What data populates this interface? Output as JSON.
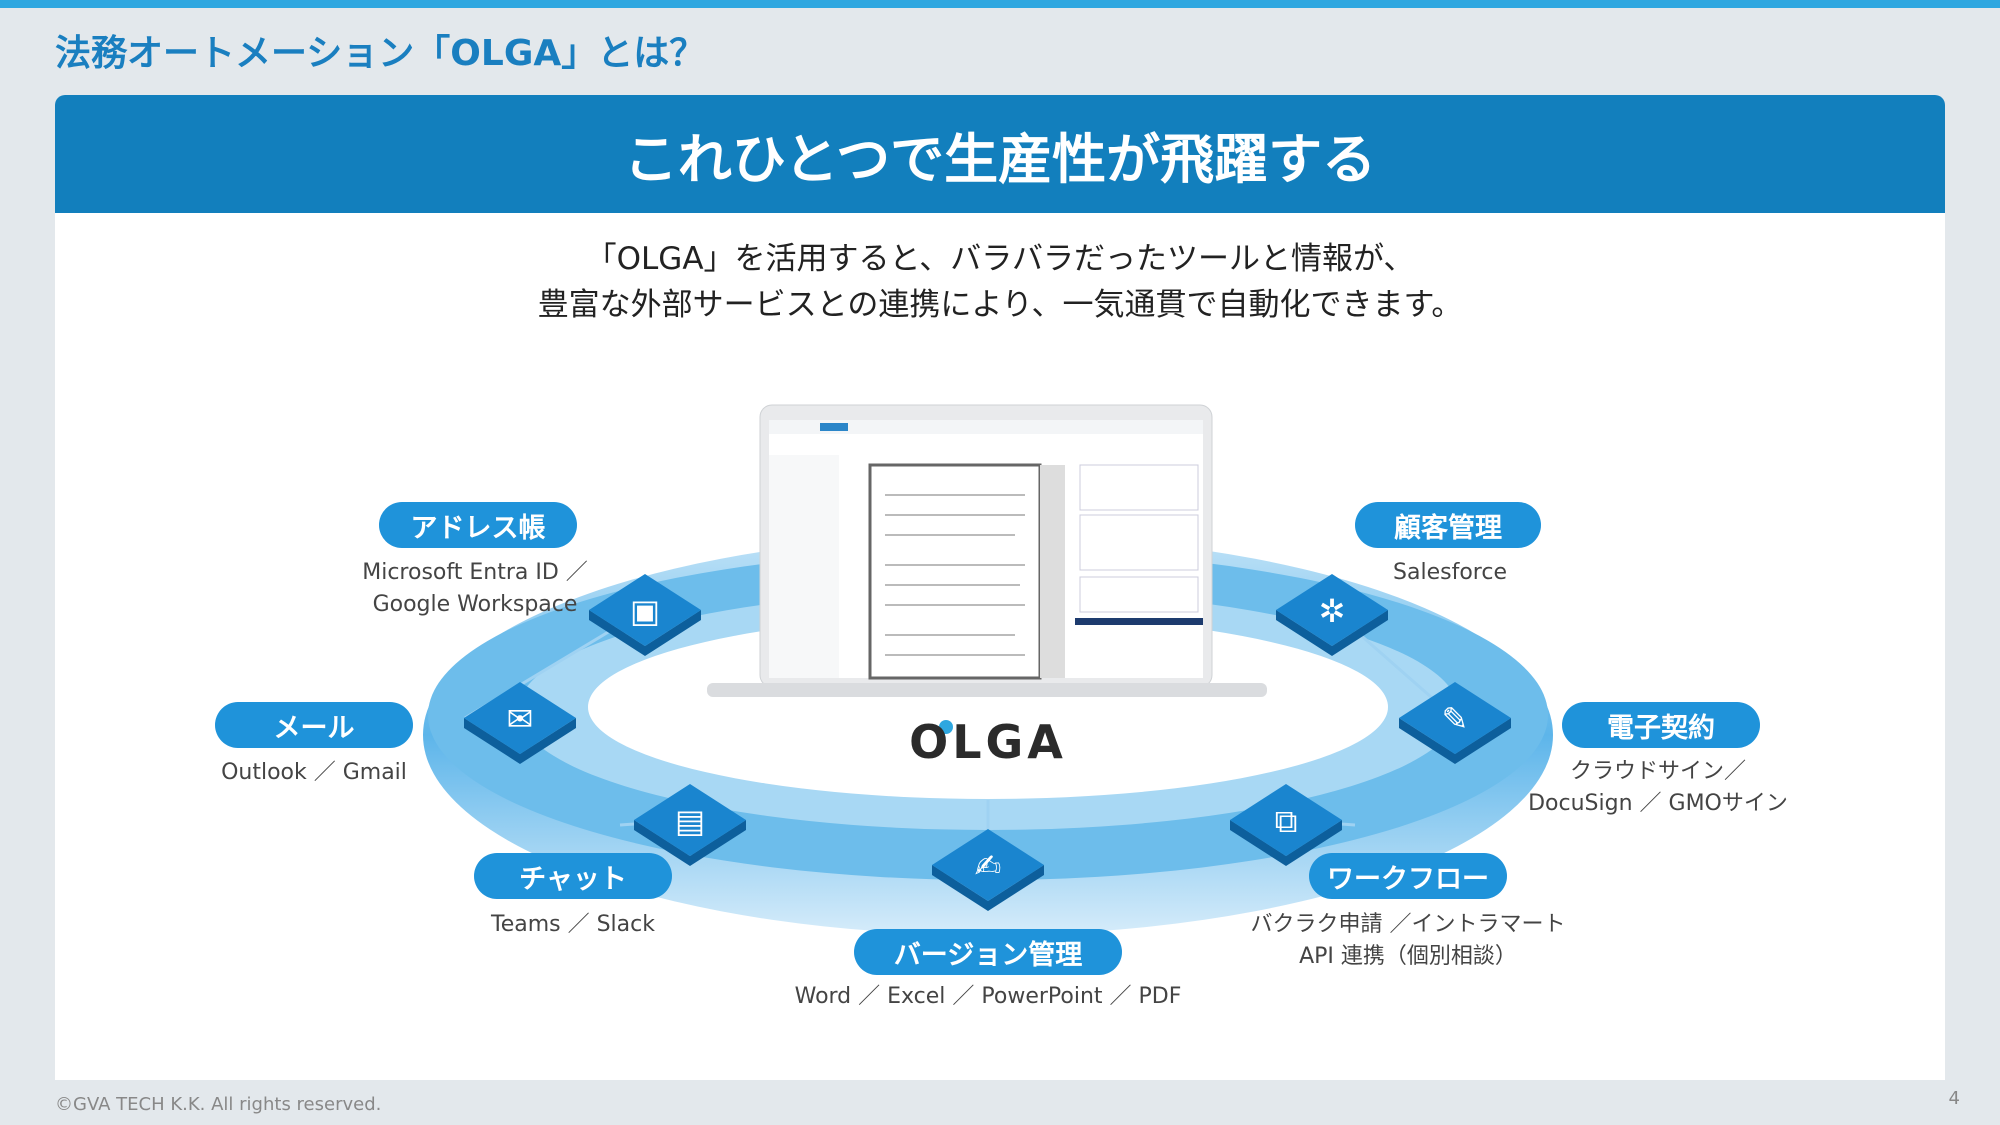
{
  "header": {
    "section_title": "法務オートメーション「OLGA」とは？",
    "banner": "これひとつで生産性が飛躍する"
  },
  "lead": [
    "「OLGA」を活用すると、バラバラだったツールと情報が、",
    "豊富な外部サービスとの連携により、一気通貫で自動化できます。"
  ],
  "logo": "OLGA",
  "integrations": [
    {
      "label": "アドレス帳",
      "services": [
        "Microsoft Entra ID ／",
        "Google Workspace"
      ],
      "icon": "contact-card-icon"
    },
    {
      "label": "顧客管理",
      "services": [
        "Salesforce"
      ],
      "icon": "network-hub-icon"
    },
    {
      "label": "メール",
      "services": [
        "Outlook ／ Gmail"
      ],
      "icon": "mail-icon"
    },
    {
      "label": "電子契約",
      "services": [
        "クラウドサイン／",
        "DocuSign ／ GMOサイン"
      ],
      "icon": "document-sign-icon"
    },
    {
      "label": "チャット",
      "services": [
        "Teams ／ Slack"
      ],
      "icon": "chat-icon"
    },
    {
      "label": "ワークフロー",
      "services": [
        "バクラク申請 ／イントラマート",
        "API 連携（個別相談）"
      ],
      "icon": "workflow-icon"
    },
    {
      "label": "バージョン管理",
      "services": [
        "Word ／ Excel ／ PowerPoint ／ PDF"
      ],
      "icon": "document-edit-icon"
    }
  ],
  "footer": {
    "copyright": "©GVA TECH K.K. All rights reserved.",
    "page": "4"
  },
  "colors": {
    "accent": "#127fbd",
    "pill": "#1f93da",
    "topbar": "#2ea7e0"
  }
}
